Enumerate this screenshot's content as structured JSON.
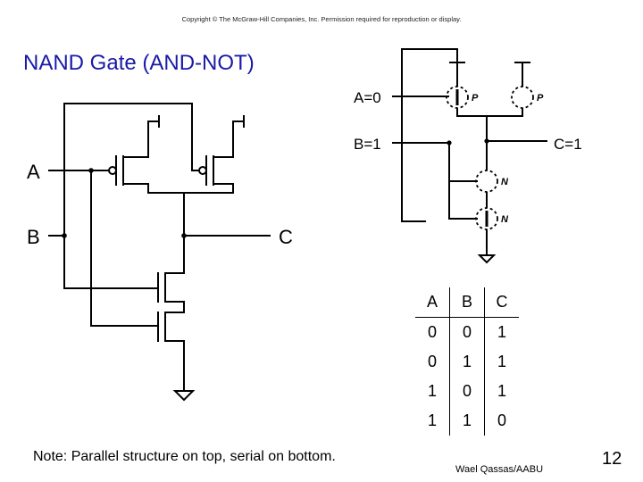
{
  "header": {
    "copyright": "Copyright © The McGraw-Hill Companies, Inc. Permission required for reproduction or display.",
    "title": "NAND Gate (AND-NOT)"
  },
  "circuit": {
    "input_a": "A",
    "input_b": "B",
    "output_c": "C"
  },
  "state_diagram": {
    "input_a": "A=0",
    "input_b": "B=1",
    "output_c": "C=1",
    "pmos_label": "P",
    "nmos_label": "N"
  },
  "truth_table": {
    "headers": [
      "A",
      "B",
      "C"
    ],
    "rows": [
      [
        "0",
        "0",
        "1"
      ],
      [
        "0",
        "1",
        "1"
      ],
      [
        "1",
        "0",
        "1"
      ],
      [
        "1",
        "1",
        "0"
      ]
    ]
  },
  "footer": {
    "note": "Note: Parallel structure on top, serial on bottom.",
    "author": "Wael Qassas/AABU",
    "page": "12"
  }
}
